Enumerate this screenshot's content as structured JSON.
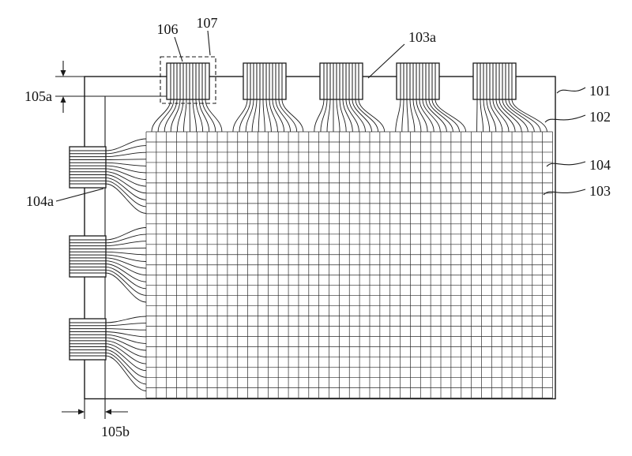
{
  "figure": {
    "labels": {
      "l101": "101",
      "l102": "102",
      "l103": "103",
      "l103a": "103a",
      "l104": "104",
      "l104a": "104a",
      "l105a": "105a",
      "l105b": "105b",
      "l106": "106",
      "l107": "107"
    }
  }
}
